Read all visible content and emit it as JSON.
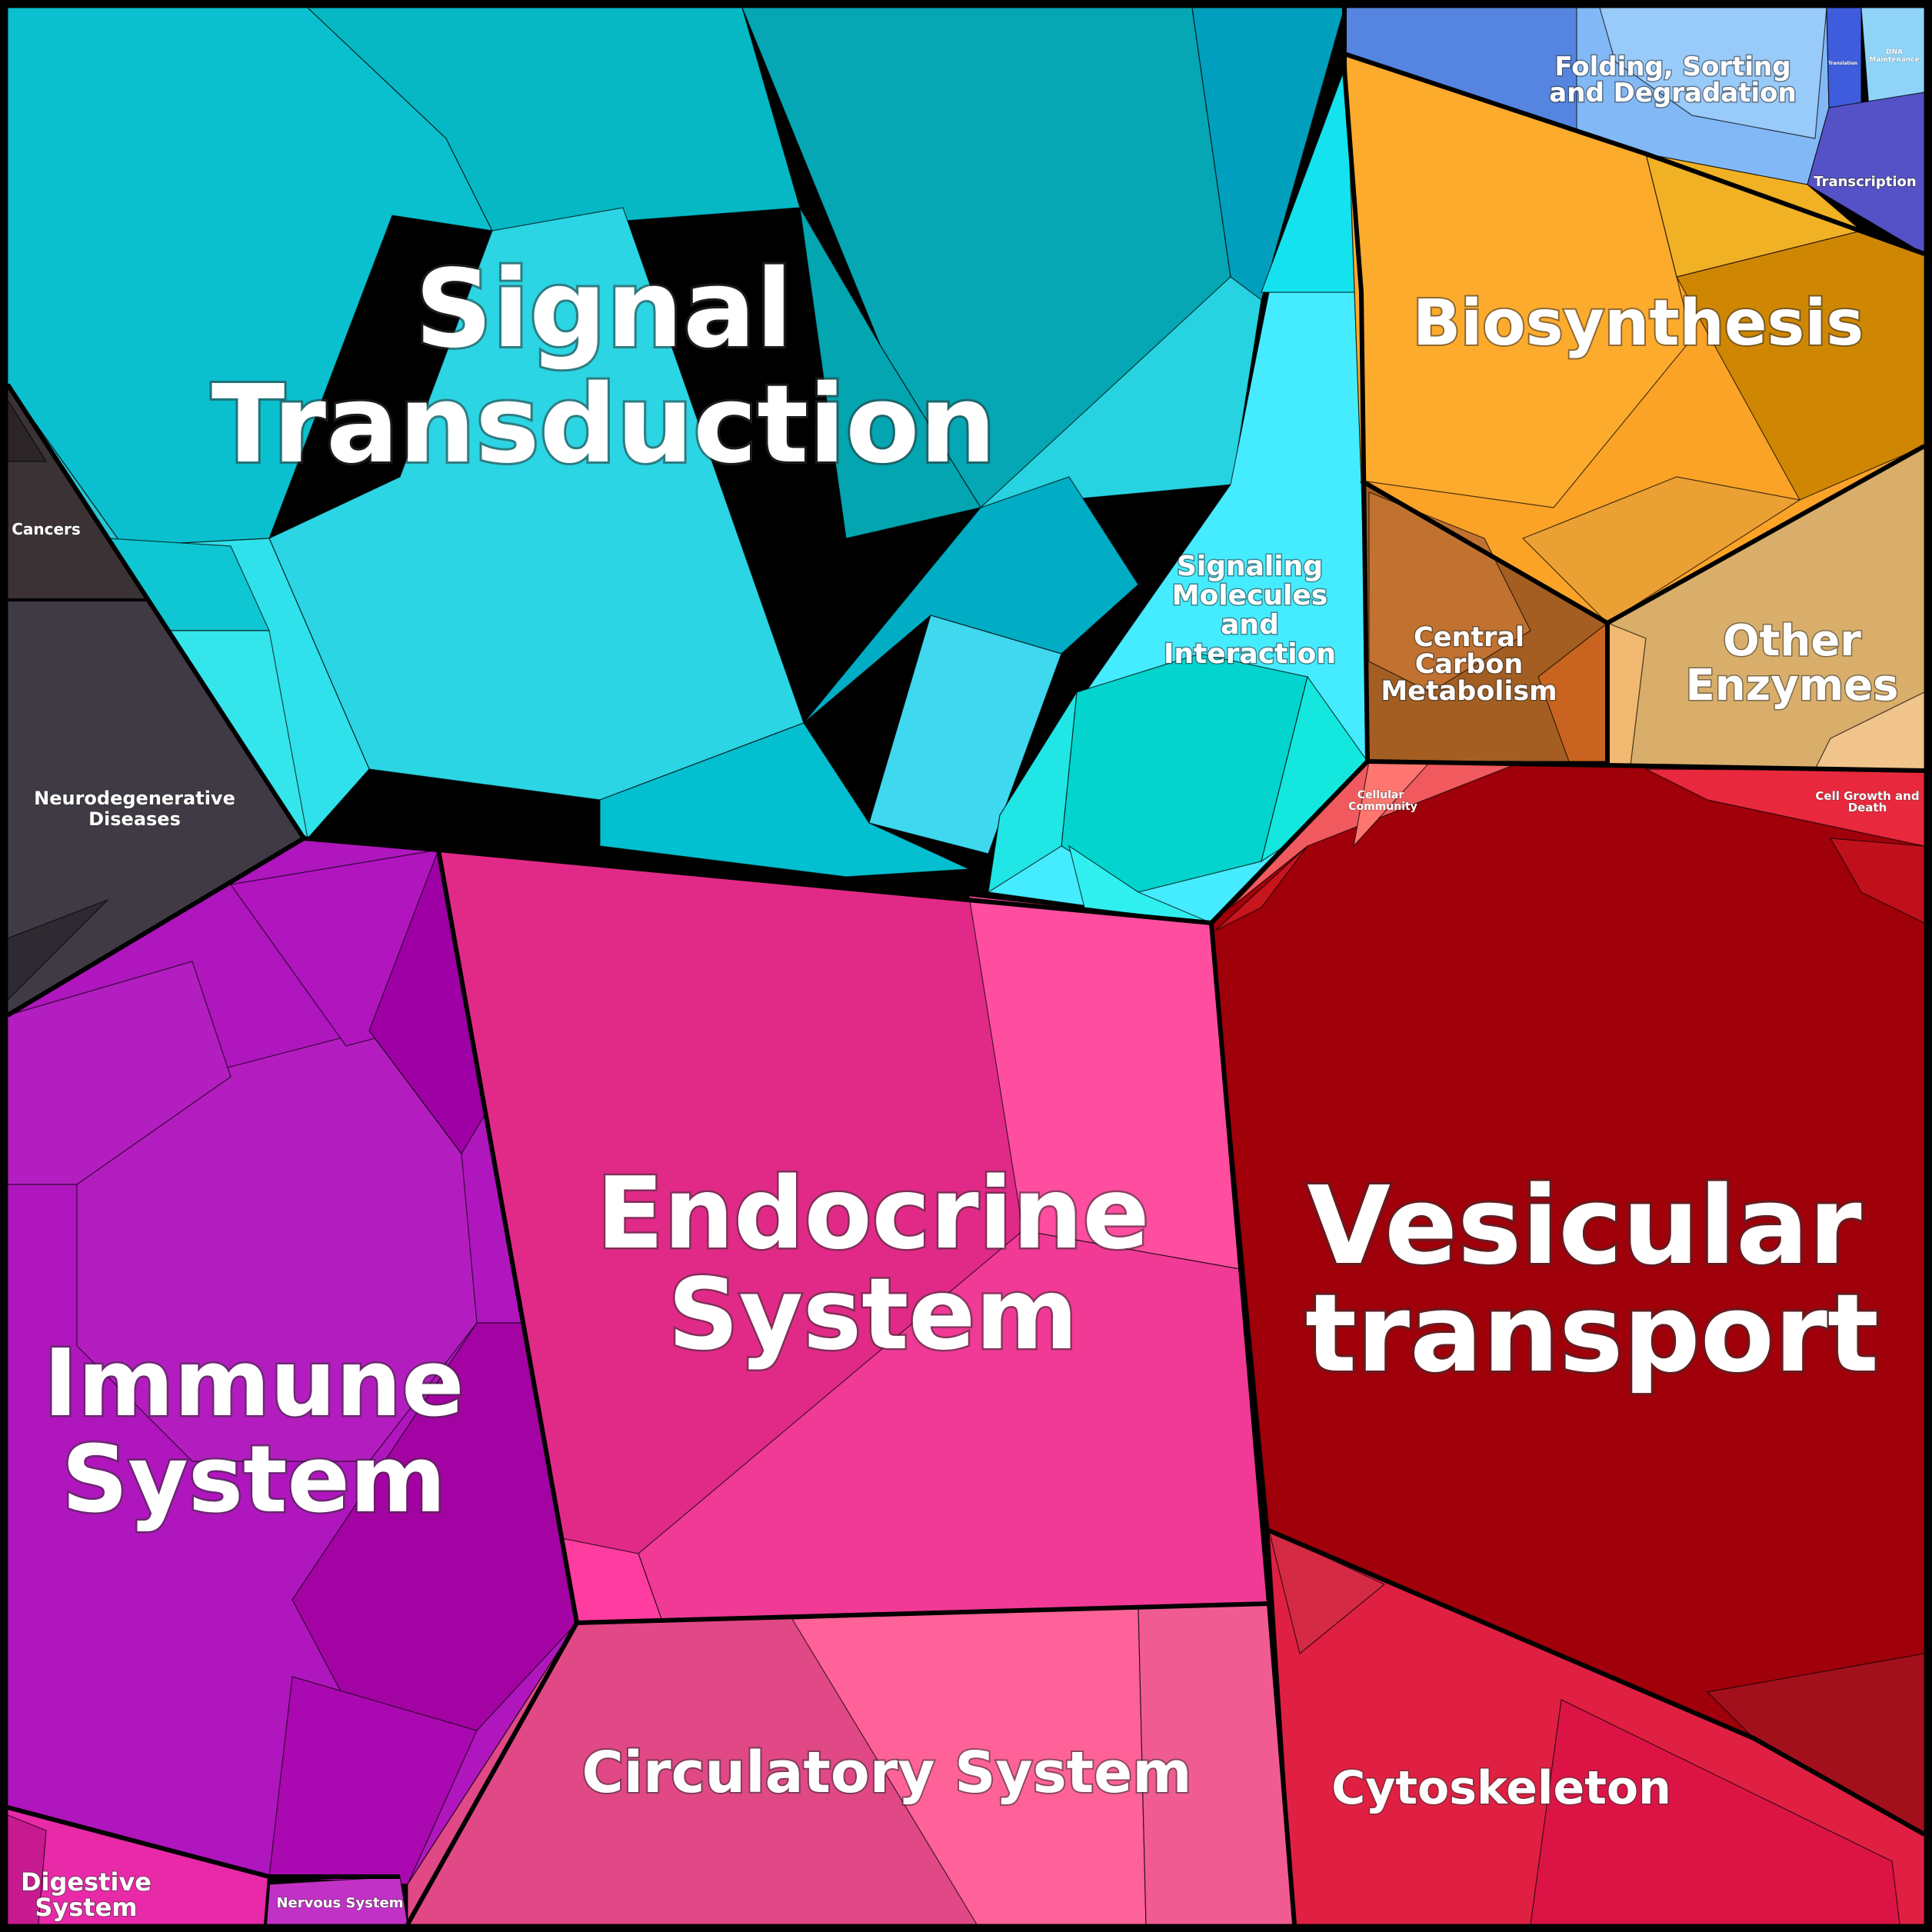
{
  "chart_data": {
    "type": "voronoi-treemap",
    "categories": [
      {
        "name": "Signal Transduction",
        "color": "#27d3e0"
      },
      {
        "name": "Signaling Molecules and Interaction",
        "color": "#33e6f0"
      },
      {
        "name": "Cancers",
        "color": "#3b3235"
      },
      {
        "name": "Neurodegenerative Diseases",
        "color": "#3f3a44"
      },
      {
        "name": "Folding, Sorting and Degradation",
        "color": "#7fb2f4"
      },
      {
        "name": "Transcription",
        "color": "#5552c7"
      },
      {
        "name": "Translation",
        "color": "#4466e0"
      },
      {
        "name": "DNA Maintenance",
        "color": "#8fd0f5"
      },
      {
        "name": "Biosynthesis",
        "color": "#f6a630"
      },
      {
        "name": "Central Carbon Metabolism",
        "color": "#a45e22"
      },
      {
        "name": "Other Enzymes",
        "color": "#d8ae6a"
      },
      {
        "name": "Immune System",
        "color": "#b016bd"
      },
      {
        "name": "Endocrine System",
        "color": "#e82e8c"
      },
      {
        "name": "Vesicular transport",
        "color": "#a0000a"
      },
      {
        "name": "Cellular Community",
        "color": "#f05a5e"
      },
      {
        "name": "Cell Growth and Death",
        "color": "#e8283c"
      },
      {
        "name": "Circulatory System",
        "color": "#f05a94"
      },
      {
        "name": "Cytoskeleton",
        "color": "#e02046"
      },
      {
        "name": "Digestive System",
        "color": "#e82aa8"
      },
      {
        "name": "Nervous System",
        "color": "#c231c6"
      }
    ]
  },
  "labels": {
    "signal_1": "Signal",
    "signal_2": "Transduction",
    "sigmol_1": "Signaling",
    "sigmol_2": "Molecules",
    "sigmol_3": "and",
    "sigmol_4": "Interaction",
    "cancers": "Cancers",
    "neuro_1": "Neurodegenerative",
    "neuro_2": "Diseases",
    "folding_1": "Folding, Sorting",
    "folding_2": "and Degradation",
    "transcription": "Transcription",
    "translation": "Translation",
    "dna_1": "DNA",
    "dna_2": "Maintenance",
    "biosynthesis": "Biosynthesis",
    "ccm_1": "Central",
    "ccm_2": "Carbon",
    "ccm_3": "Metabolism",
    "other_1": "Other",
    "other_2": "Enzymes",
    "immune_1": "Immune",
    "immune_2": "System",
    "endocrine_1": "Endocrine",
    "endocrine_2": "System",
    "vesicular_1": "Vesicular",
    "vesicular_2": "transport",
    "cellcomm_1": "Cellular",
    "cellcomm_2": "Community",
    "cellgrowth_1": "Cell Growth and",
    "cellgrowth_2": "Death",
    "circulatory": "Circulatory System",
    "cytoskeleton": "Cytoskeleton",
    "digestive_1": "Digestive",
    "digestive_2": "System",
    "nervous": "Nervous System"
  }
}
